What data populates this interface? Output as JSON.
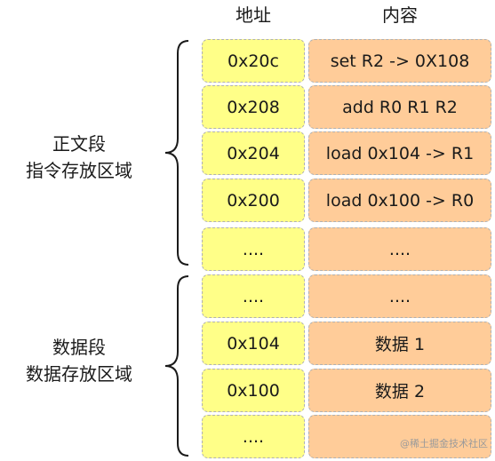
{
  "headers": {
    "address": "地址",
    "content": "内容"
  },
  "rows": [
    {
      "address": "0x20c",
      "content": "set R2 -> 0X108"
    },
    {
      "address": "0x208",
      "content": "add R0 R1 R2"
    },
    {
      "address": "0x204",
      "content": "load 0x104 -> R1"
    },
    {
      "address": "0x200",
      "content": "load 0x100 -> R0"
    },
    {
      "address": "....",
      "content": "...."
    },
    {
      "address": "....",
      "content": "...."
    },
    {
      "address": "0x104",
      "content": "数据 1"
    },
    {
      "address": "0x100",
      "content": "数据 2"
    },
    {
      "address": "....",
      "content": ""
    }
  ],
  "segments": {
    "code": {
      "line1": "正文段",
      "line2": "指令存放区域"
    },
    "data": {
      "line1": "数据段",
      "line2": "数据存放区域"
    }
  },
  "watermark": "@稀土掘金技术社区",
  "colors": {
    "address_fill": "#ffff88",
    "content_fill": "#ffcc99",
    "cell_border": "#b0b0b0"
  }
}
